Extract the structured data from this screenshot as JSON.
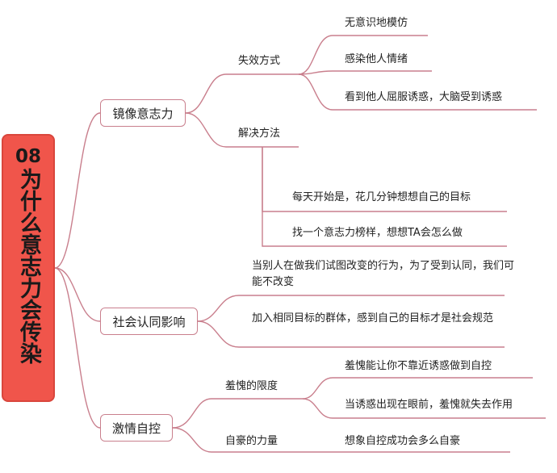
{
  "root": {
    "number": "08",
    "title": "为什么意志力会传染"
  },
  "branches": [
    {
      "label": "镜像意志力",
      "groups": [
        {
          "label": "失效方式",
          "items": [
            "无意识地模仿",
            "感染他人情绪",
            "看到他人屈服诱惑，大脑受到诱惑"
          ]
        },
        {
          "label": "解决方法",
          "items": [
            "每天开始是，花几分钟想想自己的目标",
            "找一个意志力榜样，想想TA会怎么做"
          ]
        }
      ]
    },
    {
      "label": "社会认同影响",
      "items": [
        "当别人在做我们试图改变的行为，为了受到认同，我们可能不改变",
        "加入相同目标的群体，感到自己的目标才是社会规范"
      ]
    },
    {
      "label": "激情自控",
      "groups": [
        {
          "label": "羞愧的限度",
          "items": [
            "羞愧能让你不靠近诱惑做到自控",
            "当诱惑出现在眼前，羞愧就失去作用"
          ]
        },
        {
          "label": "自豪的力量",
          "items": [
            "想象自控成功会多么自豪"
          ]
        }
      ]
    }
  ],
  "line_color": "#c97f8d",
  "root_color": "#f0554b"
}
